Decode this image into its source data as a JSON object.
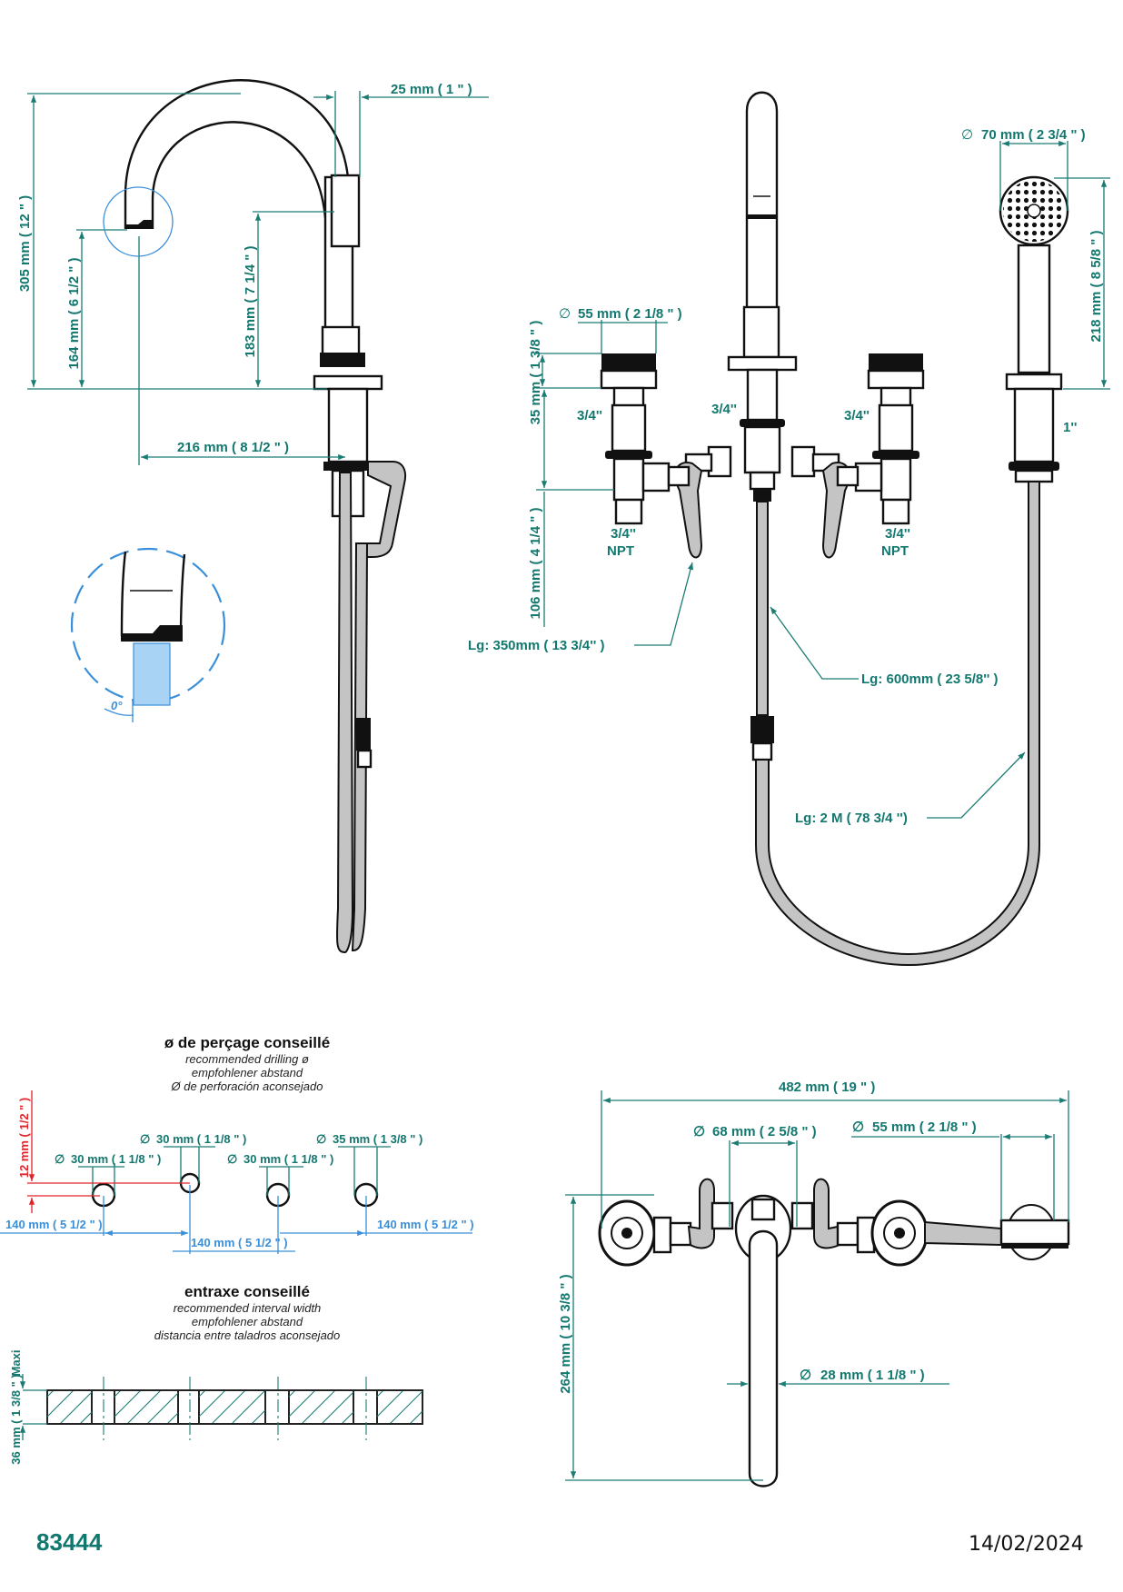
{
  "document": {
    "reference": "83444",
    "date": "14/02/2024",
    "colors": {
      "dimension": "#12786f",
      "alert": "#e0242b",
      "detail": "#3a8fd9",
      "hose": "#c4c4c4",
      "outline": "#111111"
    }
  },
  "side_view": {
    "dim_reach_top": "25 mm ( 1 \" )",
    "dim_total_height": "305 mm ( 12 \" )",
    "dim_spout_outlet_height": "164 mm ( 6 1/2 \" )",
    "dim_handshower_height": "183 mm ( 7 1/4 \" )",
    "dim_projection": "216 mm ( 8 1/2 \" )",
    "detail_angle": "0°"
  },
  "front_view": {
    "dim_handle_diameter": "55 mm ( 2 1/8 \" )",
    "dim_handle_height": "35 mm ( 1 3/8 \" )",
    "dim_below_deck": "106 mm ( 4 1/4 \" )",
    "dim_handshower_head": "70 mm ( 2 3/4 \" )",
    "dim_handshower_length": "218 mm ( 8 5/8 \" )",
    "thread_left_top": "3/4''",
    "thread_center": "3/4''",
    "thread_right_top": "3/4''",
    "thread_left_bottom": "3/4''",
    "thread_left_bottom_type": "NPT",
    "thread_right_bottom": "3/4''",
    "thread_right_bottom_type": "NPT",
    "thread_handshower": "1''",
    "hose_short": "Lg: 350mm  ( 13 3/4'' )",
    "hose_center": "Lg: 600mm  ( 23 5/8'' )",
    "hose_shower": "Lg: 2 M ( 78 3/4 '')"
  },
  "drilling": {
    "title": "ø de perçage conseillé",
    "subtitle_en": "recommended drilling ø",
    "subtitle_de": "empfohlener abstand",
    "subtitle_es": "Ø de perforación aconsejado",
    "hole1": "30 mm ( 1 1/8 \" )",
    "hole2": "30 mm ( 1 1/8 \" )",
    "hole3": "30 mm ( 1 1/8 \" )",
    "hole4": "35 mm ( 1 3/8 \" )",
    "offset": "12 mm ( 1/2 \" )",
    "spacing_left": "140 mm ( 5 1/2 \" )",
    "spacing_middle": "140 mm ( 5 1/2 \" )",
    "spacing_right": "140 mm ( 5 1/2 \" )",
    "diameter_symbol": "∅"
  },
  "interval": {
    "title": "entraxe conseillé",
    "subtitle_en": "recommended interval width",
    "subtitle_de": "empfohlener abstand",
    "subtitle_es": "distancia entre taladros aconsejado",
    "dim_thickness": "36 mm ( 1 3/8 \" )",
    "dim_thickness_qualifier": "Maxi"
  },
  "top_view": {
    "dim_total_width": "482 mm ( 19 \" )",
    "dim_spout_base": "68 mm ( 2 5/8 \" )",
    "dim_shower_base": "55 mm ( 2 1/8 \" )",
    "dim_depth": "264 mm ( 10 3/8 \" )",
    "dim_spout_diameter": "28 mm ( 1 1/8 \" )"
  }
}
